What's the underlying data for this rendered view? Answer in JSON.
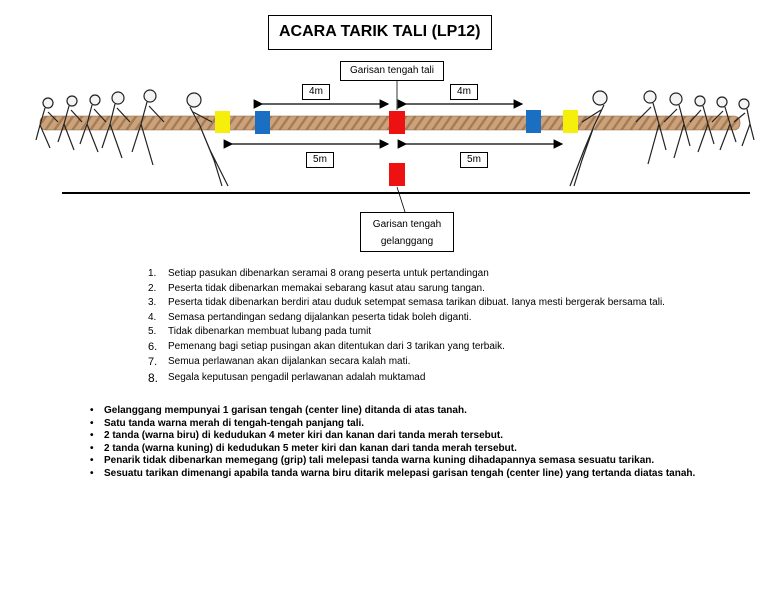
{
  "title": "ACARA TARIK TALI (LP12)",
  "diagram": {
    "center_rope_label": "Garisan tengah tali",
    "center_court_label_line1": "Garisan tengah",
    "center_court_label_line2": "gelanggang",
    "left_blue_distance": "4m",
    "right_blue_distance": "4m",
    "left_yellow_distance": "5m",
    "right_yellow_distance": "5m",
    "colors": {
      "red": "#ee1111",
      "blue": "#1a6fc2",
      "yellow": "#f6ef0b",
      "rope": "#c9a27c"
    }
  },
  "rules": [
    {
      "num": "1.",
      "text": "Setiap pasukan dibenarkan seramai 8 orang peserta untuk pertandingan"
    },
    {
      "num": "2.",
      "text": "Peserta tidak dibenarkan memakai sebarang kasut atau sarung tangan."
    },
    {
      "num": "3.",
      "text": "Peserta tidak dibenarkan berdiri atau duduk setempat semasa tarikan dibuat. Ianya mesti bergerak bersama tali."
    },
    {
      "num": "4.",
      "text": "Semasa pertandingan sedang dijalankan peserta tidak boleh diganti."
    },
    {
      "num": "5.",
      "text": "Tidak dibenarkan membuat lubang pada tumit"
    },
    {
      "num": "6.",
      "text": "Pemenang bagi setiap pusingan akan ditentukan dari 3 tarikan yang terbaik."
    },
    {
      "num": "7.",
      "text": "Semua perlawanan akan dijalankan secara kalah mati."
    },
    {
      "num": "8.",
      "text": "Segala keputusan pengadil perlawanan adalah muktamad"
    }
  ],
  "notes": [
    "Gelanggang mempunyai 1 garisan tengah (center line) ditanda di atas tanah.",
    "Satu tanda warna merah di tengah-tengah panjang tali.",
    "2 tanda (warna biru) di kedudukan 4 meter kiri dan kanan dari tanda merah tersebut.",
    "2 tanda (warna kuning) di kedudukan 5 meter kiri dan kanan dari tanda merah tersebut.",
    "Penarik tidak dibenarkan memegang (grip) tali melepasi tanda warna kuning dihadapannya semasa sesuatu tarikan.",
    "Sesuatu tarikan dimenangi apabila tanda warna biru ditarik melepasi garisan tengah (center line) yang tertanda diatas tanah."
  ]
}
